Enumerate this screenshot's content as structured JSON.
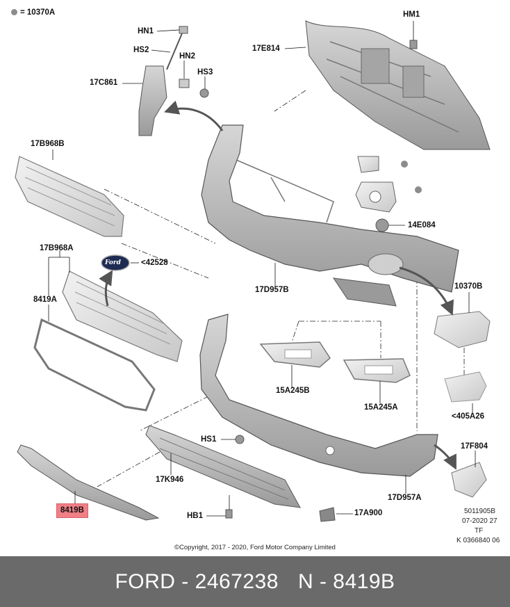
{
  "legend": {
    "text": "= 10370A",
    "color": "#8c8c8c"
  },
  "labels": {
    "hn1": "HN1",
    "hs2": "HS2",
    "hn2": "HN2",
    "hs3": "HS3",
    "c17_861": "17C861",
    "hm1": "HM1",
    "e17_814": "17E814",
    "b17_968b": "17B968B",
    "b17_968a": "17B968A",
    "n42528": "<42528",
    "a8419": "8419A",
    "d17_957b": "17D957B",
    "e14_084": "14E084",
    "b10370": "10370B",
    "a15_245b": "15A245B",
    "a15_245a": "15A245A",
    "a405_26": "<405A26",
    "hs1": "HS1",
    "f17_804": "17F804",
    "k17_946": "17K946",
    "b8419": "8419B",
    "hb1": "HB1",
    "a17_900": "17A900",
    "a17_957": "17D957A"
  },
  "ford_badge": "Ford",
  "meta": {
    "line1": "5011905B",
    "line2": "07-2020 27",
    "line3": "TF",
    "line4": "K 0366840 06"
  },
  "copyright": "©Copyright, 2017 - 2020, Ford Motor Company Limited",
  "footer": {
    "brand": "FORD - 2467238",
    "part": "N - 8419B"
  },
  "colors": {
    "highlight": "#f07f86",
    "footer_bg": "#6a6a6a",
    "part_gray": "#b4b4b4"
  }
}
